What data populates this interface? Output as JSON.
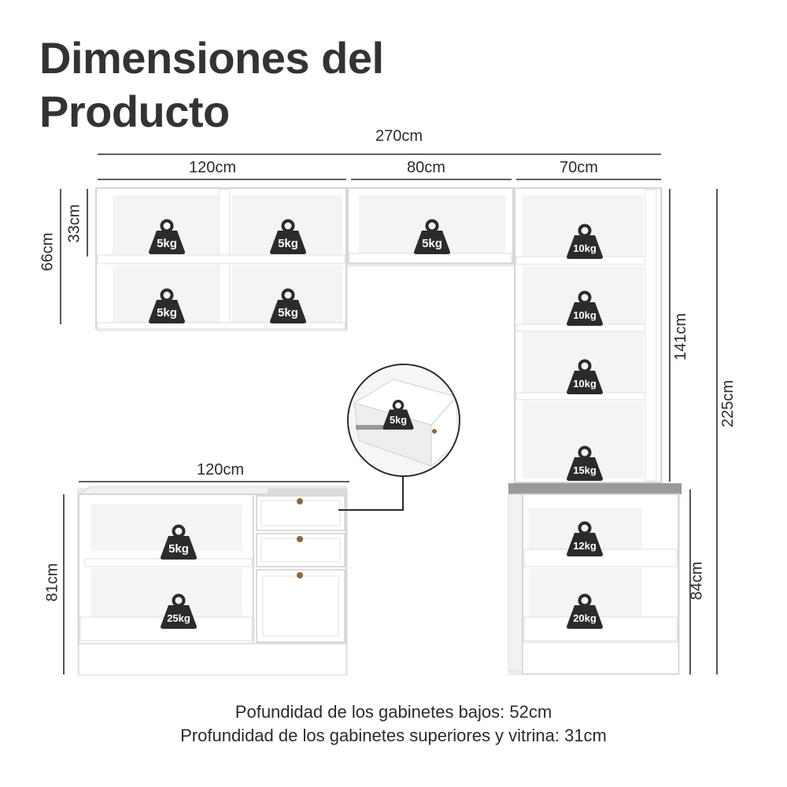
{
  "title": {
    "line1": "Dimensiones del",
    "line2": "Producto"
  },
  "dimensions": {
    "total_width": "270cm",
    "upper_left_width": "120cm",
    "upper_middle_width": "80cm",
    "upper_right_width": "70cm",
    "upper_shelf_height": "33cm",
    "upper_height": "66cm",
    "tower_upper_height": "141cm",
    "total_height": "225cm",
    "lower_left_width": "120cm",
    "lower_left_height": "81cm",
    "lower_right_height": "84cm"
  },
  "weights": {
    "upper_left_top_a": "5kg",
    "upper_left_top_b": "5kg",
    "upper_left_bottom_a": "5kg",
    "upper_left_bottom_b": "5kg",
    "upper_middle": "5kg",
    "tower_shelf_1": "10kg",
    "tower_shelf_2": "10kg",
    "tower_shelf_3": "10kg",
    "tower_shelf_4": "15kg",
    "drawer_detail": "5kg",
    "lower_left_top": "5kg",
    "lower_left_bottom": "25kg",
    "lower_right_top": "12kg",
    "lower_right_bottom": "20kg"
  },
  "footer": {
    "line1": "Pofundidad de los gabinetes bajos: 52cm",
    "line2": "Profundidad de los gabinetes superiores y vitrina: 31cm"
  },
  "colors": {
    "cabinet_white": "#ffffff",
    "cabinet_edge": "#d9d9d9",
    "shadow": "#ececec",
    "weight_icon": "#2b2b2b",
    "countertop": "#9a9a9a",
    "knob": "#8a6a3a"
  },
  "icons": [
    "weight-icon",
    "drawer-detail-icon",
    "knob-icon"
  ]
}
